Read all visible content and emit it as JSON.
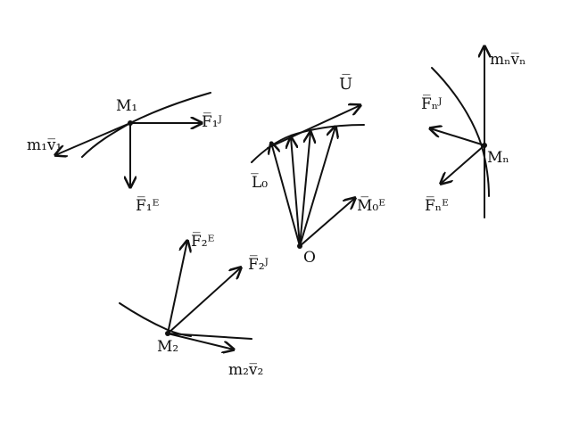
{
  "labels": {
    "M1": "M₁",
    "M2": "M₂",
    "Mn": "Mₙ",
    "O": "O",
    "U": "U̅",
    "L0": "L̅₀",
    "MoE": "M̅₀ᴱ",
    "F1J": "F̅₁ᴶ",
    "F1E": "F̅₁ᴱ",
    "m1v1": "m₁v̅₁",
    "F2E": "F̅₂ᴱ",
    "F2J": "F̅₂ᴶ",
    "m2v2": "m₂v̅₂",
    "FnJ": "F̅ₙᴶ",
    "FnE": "F̅ₙᴱ",
    "mnvn": "mₙv̅ₙ"
  },
  "colors": {
    "ink": "#111111",
    "background": "#ffffff"
  }
}
